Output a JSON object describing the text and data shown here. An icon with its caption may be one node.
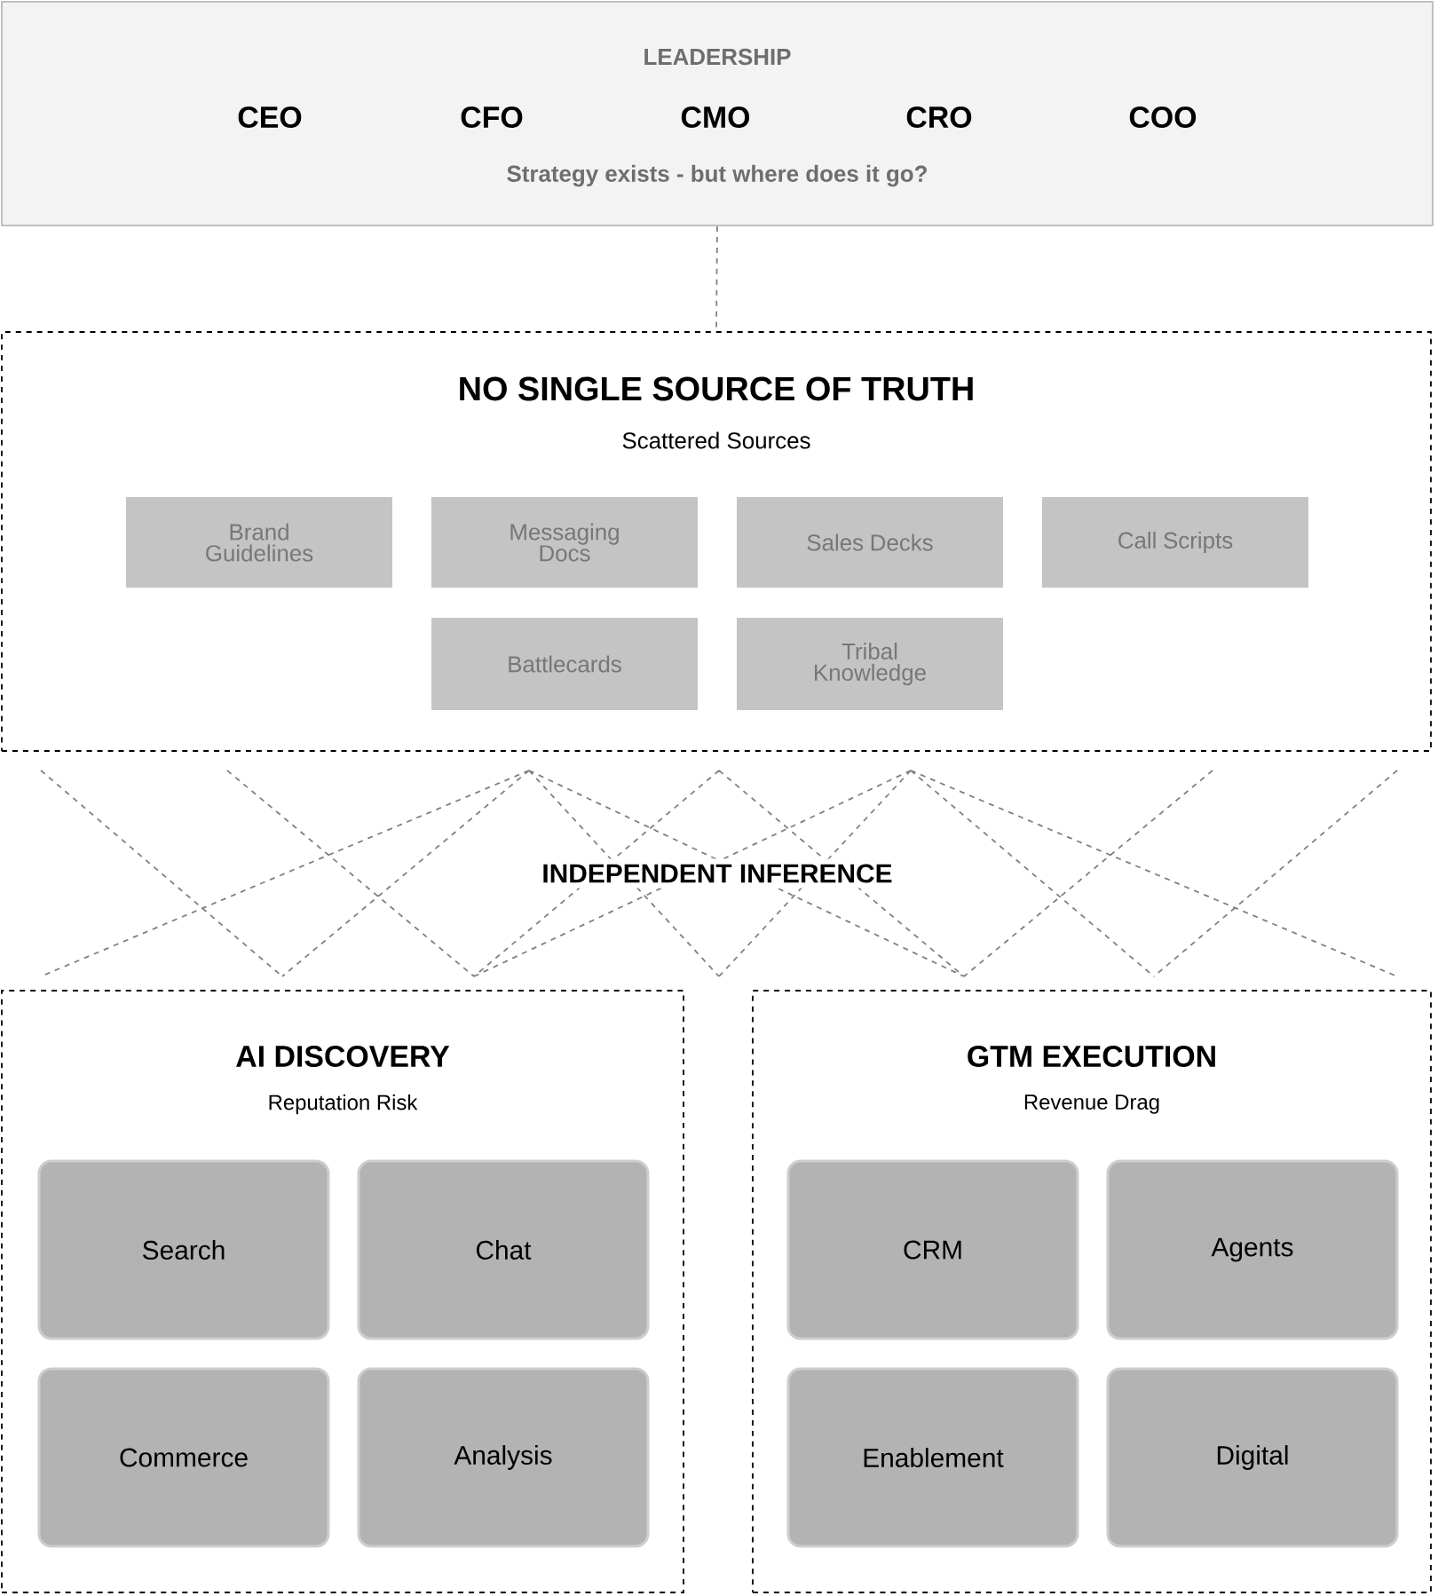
{
  "diagram": {
    "nodes": [
      {
        "text": [
          "LEADERSHIP",
          "CEO",
          "CFO",
          "CMO",
          "CRO",
          "COO",
          "Strategy exists - but where does it go?"
        ]
      },
      {
        "text": [
          "NO SINGLE SOURCE OF TRUTH",
          "Scattered Sources"
        ]
      },
      {
        "text": [
          "Brand Guidelines"
        ],
        "in": 1
      },
      {
        "text": [
          "Messaging Docs"
        ],
        "in": 1
      },
      {
        "text": [
          "Sales Decks"
        ],
        "in": 1
      },
      {
        "text": [
          "Call Scripts"
        ],
        "in": 1
      },
      {
        "text": [
          "Battlecards"
        ],
        "in": 1
      },
      {
        "text": [
          "Tribal Knowledge"
        ],
        "in": 1
      },
      {
        "text": [
          "AI DISCOVERY",
          "Reputation Risk"
        ]
      },
      {
        "text": [
          "Search"
        ],
        "in": 8
      },
      {
        "text": [
          "Chat"
        ],
        "in": 8
      },
      {
        "text": [
          "Commerce"
        ],
        "in": 8
      },
      {
        "text": [
          "Analysis"
        ],
        "in": 8
      },
      {
        "text": [
          "GTM EXECUTION",
          "Revenue Drag"
        ]
      },
      {
        "text": [
          "CRM"
        ],
        "in": 13
      },
      {
        "text": [
          "Agents"
        ],
        "in": 13
      },
      {
        "text": [
          "Enablement"
        ],
        "in": 13
      },
      {
        "text": [
          "Digital"
        ],
        "in": 13
      }
    ],
    "edges": [
      {
        "from": 0,
        "to": 1,
        "arrow": "none",
        "style": "dashed"
      }
    ],
    "labels": [
      "INDEPENDENT INFERENCE"
    ]
  }
}
